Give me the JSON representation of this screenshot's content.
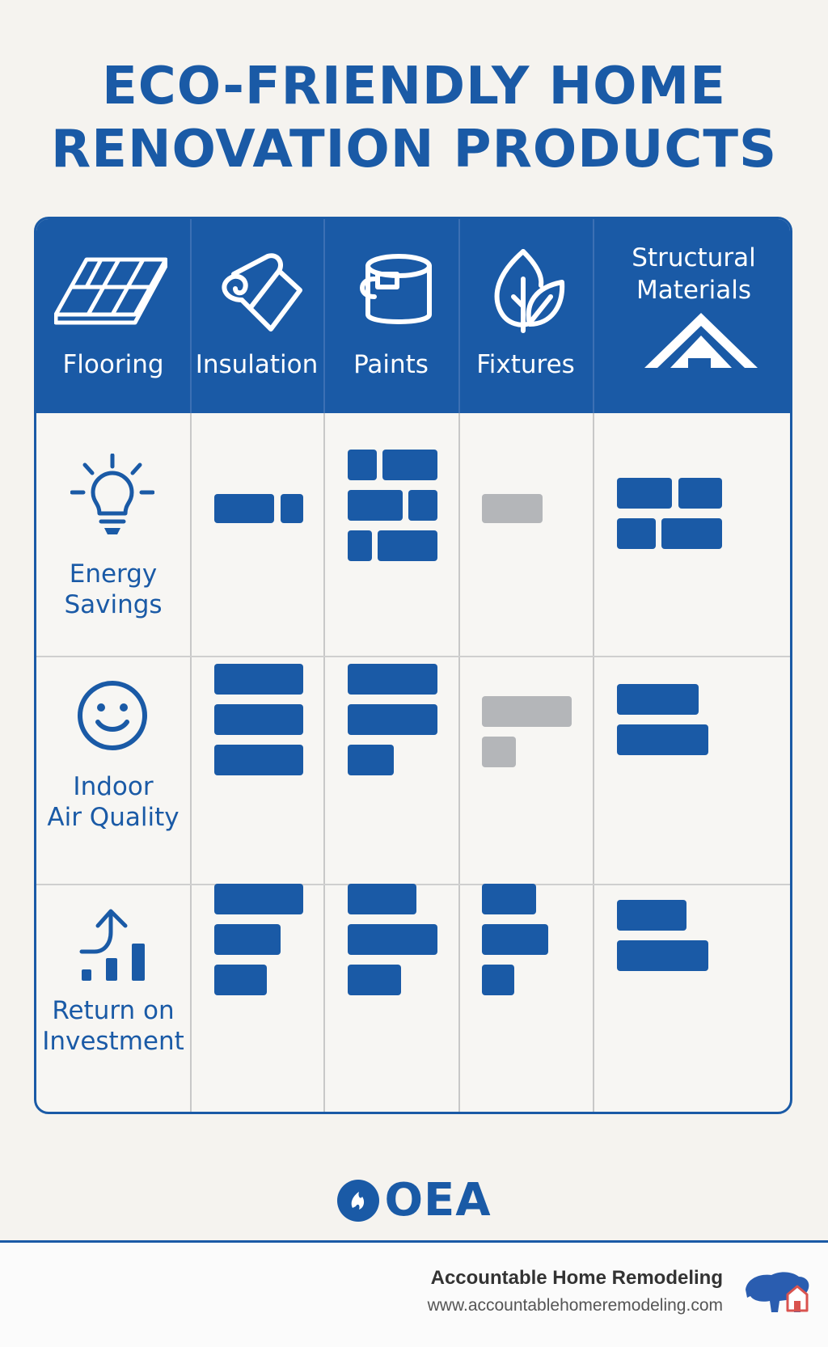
{
  "title": {
    "line1": "ECO-FRIENDLY HOME",
    "line2": "RENOVATION PRODUCTS"
  },
  "columns": [
    {
      "label": "Flooring",
      "icon": "flooring-icon"
    },
    {
      "label": "Insulation",
      "icon": "insulation-roll-icon"
    },
    {
      "label": "Paints",
      "icon": "paint-bucket-icon"
    },
    {
      "label": "Fixtures",
      "icon": "leaf-icon"
    },
    {
      "label_line1": "Structural",
      "label_line2": "Materials",
      "icon": "roof-icon"
    }
  ],
  "rows": [
    {
      "label_line1": "Energy",
      "label_line2": "Savings",
      "icon": "lightbulb-icon"
    },
    {
      "label_line1": "Indoor",
      "label_line2": "Air Quality",
      "icon": "smiley-icon"
    },
    {
      "label_line1": "Return on",
      "label_line2": "Investment",
      "icon": "growth-chart-icon"
    }
  ],
  "colors": {
    "primary": "#1a5aa6",
    "muted": "#b4b6b9",
    "background": "#f5f3ef"
  },
  "logo": {
    "text": "OEA",
    "icon": "oea-logo-icon"
  },
  "footer": {
    "company": "Accountable Home Remodeling",
    "url": "www.accountablehomeremodeling.com",
    "icon": "bison-house-logo-icon"
  }
}
